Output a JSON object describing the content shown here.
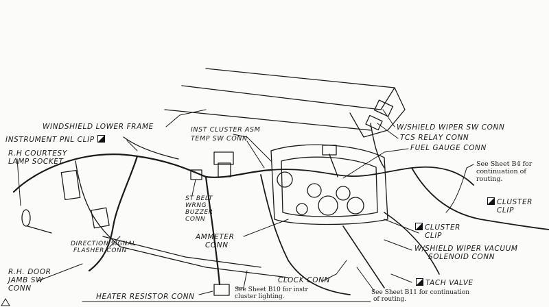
{
  "labels": {
    "windshield_lower_frame": "WINDSHIELD LOWER FRAME",
    "instrument_pnl_clip": "INSTRUMENT PNL CLIP",
    "rh_courtesy_lamp_socket": [
      "R.H COURTESY",
      "LAMP SOCKET"
    ],
    "inst_cluster_asm": "INST CLUSTER ASM",
    "temp_sw_conn": "TEMP SW CONN",
    "wshield_wiper_sw_conn": "W/SHIELD WIPER SW CONN",
    "tcs_relay_conn": "TCS RELAY CONN",
    "fuel_gauge_conn": "FUEL GAUGE CONN",
    "see_sheet_b4": [
      "See Sheet B4 for",
      "continuation of",
      "routing."
    ],
    "cluster_clip_right": [
      "CLUSTER",
      "CLIP"
    ],
    "cluster_clip_mid": [
      "CLUSTER",
      "CLIP"
    ],
    "st_belt_wrng_buzzer_conn": [
      "ST BELT",
      "WRNG",
      "BUZZER",
      "CONN"
    ],
    "ammeter_conn": [
      "AMMETER",
      "CONN"
    ],
    "wshield_wiper_vacuum_solenoid_conn": [
      "W/SHIELD WIPER VACUUM",
      "SOLENOID CONN"
    ],
    "direction_signal_flasher_conn": [
      "DIRECTION SIGNAL",
      "FLASHER CONN"
    ],
    "rh_door_jamb_sw_conn": [
      "R.H. DOOR",
      "JAMB SW",
      "CONN"
    ],
    "clock_conn": "CLOCK CONN",
    "tach_valve": "TACH VALVE",
    "heater_resistor_conn": "HEATER RESISTOR CONN",
    "see_sheet_b10": [
      "See Sheet B10 for instr",
      "cluster lighting."
    ],
    "see_sheet_b11": [
      "See Sheet B11 for continuation",
      "of routing."
    ]
  },
  "colors": {
    "ink": "#1a1a1a",
    "paper": "#fbfbfa"
  },
  "icons": {
    "clip_marker": "clip-square-icon",
    "warning": "warning-triangle-icon"
  }
}
